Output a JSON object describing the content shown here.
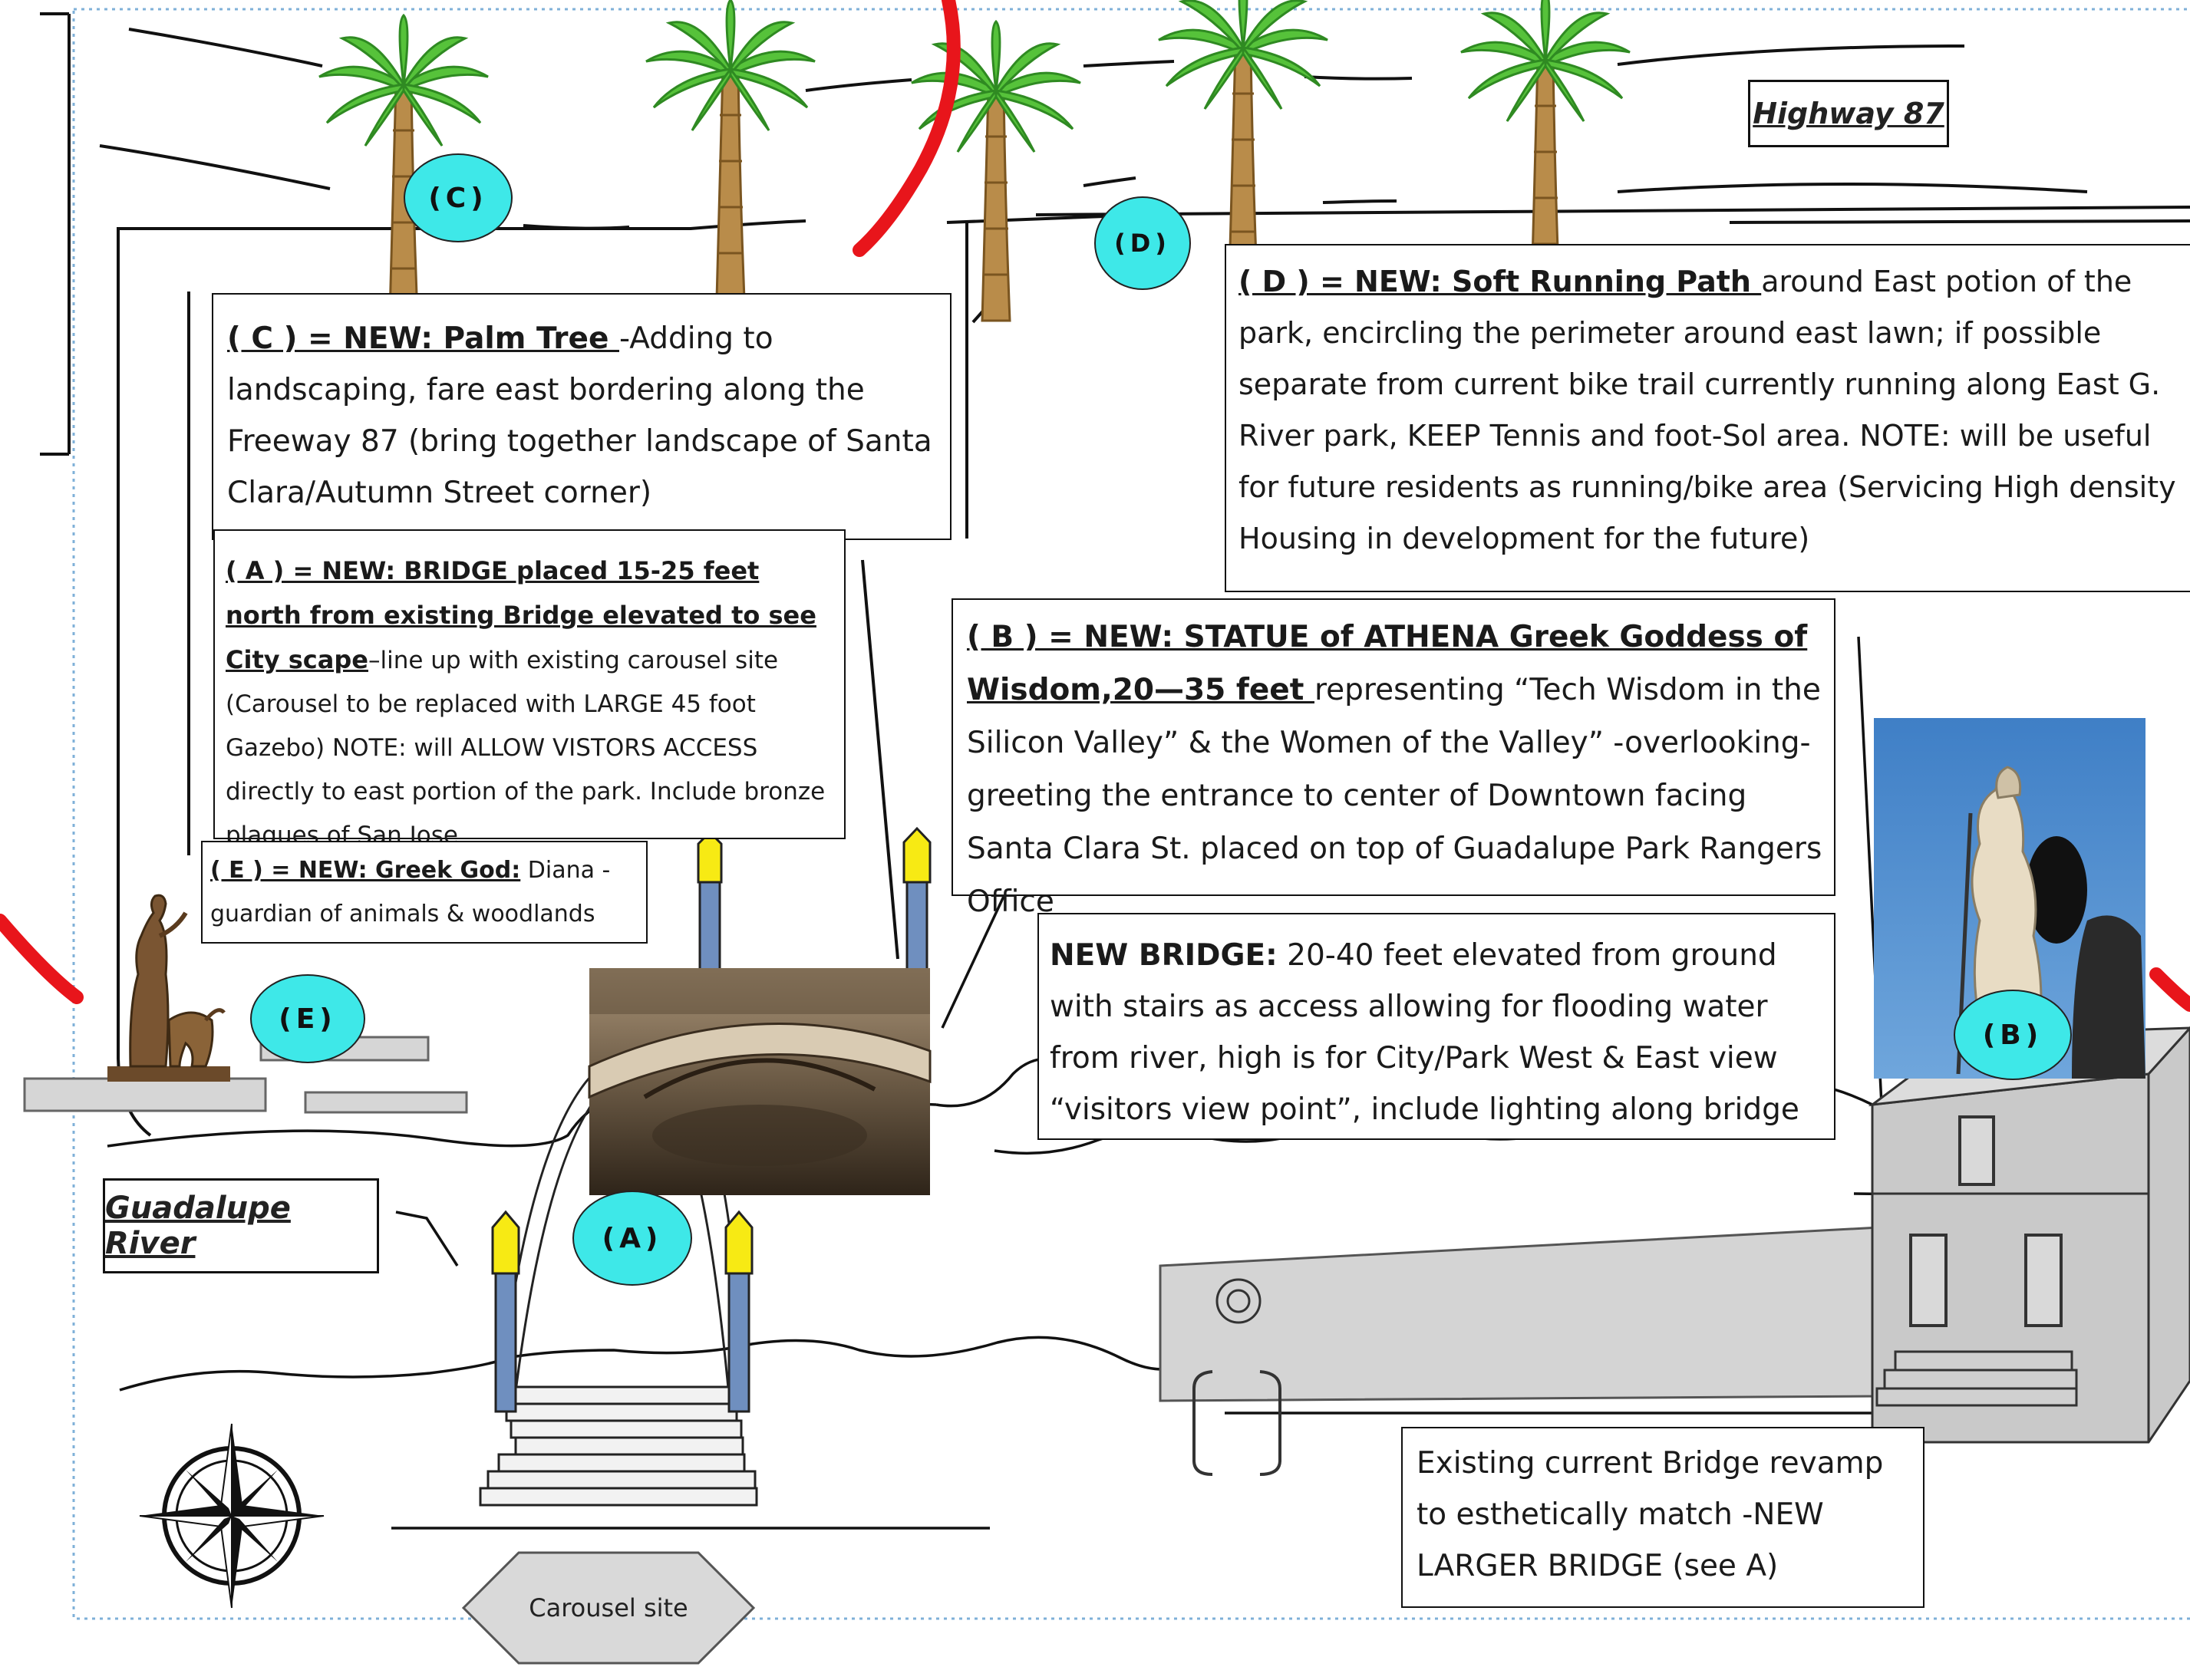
{
  "labels": {
    "highway": "Highway 87",
    "river": "Guadalupe River",
    "carousel": "Carousel site"
  },
  "markers": {
    "a": "(A)",
    "b": "(B)",
    "c": "(C)",
    "d": "(D)",
    "e": "(E)"
  },
  "notes": {
    "c": {
      "label": "( C ) = NEW: Palm Tree ",
      "text": "-Adding to landscaping, fare east bordering along the Freeway 87 (bring together landscape of Santa Clara/Autumn Street corner)"
    },
    "a": {
      "label": "( A ) = NEW: BRIDGE placed 15-25 feet north from existing Bridge elevated to see City scape",
      "text": "–line up with existing carousel site (Carousel to be replaced with LARGE 45 foot Gazebo) NOTE: will ALLOW VISTORS ACCESS directly to east portion of the park. Include bronze plaques of San Jose"
    },
    "e": {
      "label": "( E ) = NEW: Greek God:",
      "text": " Diana - guardian of animals & woodlands"
    },
    "d": {
      "label": "( D ) = NEW: Soft Running Path ",
      "text": "around East potion of the park, encircling the perimeter around east lawn; if possible separate from  current bike trail currently running along East G. River park, KEEP Tennis and foot-Sol area. NOTE: will be useful for future residents as running/bike area (Servicing High density Housing in development for the future)"
    },
    "b": {
      "label": "( B ) = NEW: STATUE of ATHENA Greek Goddess of Wisdom,20—35 feet ",
      "text": "representing “Tech Wisdom in the Silicon Valley” & the Women of the Valley” -overlooking-greeting the entrance to center of Downtown facing Santa Clara St. placed on top of Guadalupe Park Rangers Office"
    },
    "bridge": {
      "label": "NEW BRIDGE:",
      "text": " 20-40 feet elevated from ground with stairs as access allowing for flooding water from river, high is for City/Park West & East view  “visitors view point”, include lighting along bridge"
    },
    "existing": {
      "text": "Existing current Bridge revamp to esthetically match  -NEW LARGER BRIDGE (see A)"
    }
  },
  "colors": {
    "marker_fill": "#3ee8e8",
    "red_stroke": "#e8151b",
    "lamp_yellow": "#f7ea14",
    "lamp_post": "#6f8fbf",
    "building_gray": "#c9c9c9",
    "dotted_border": "#7fb0d8"
  },
  "icons": [
    "palm-tree-icon",
    "compass-rose-icon",
    "diana-statue-icon",
    "athena-statue-icon",
    "bridge-photo-icon",
    "lamp-post-icon"
  ]
}
